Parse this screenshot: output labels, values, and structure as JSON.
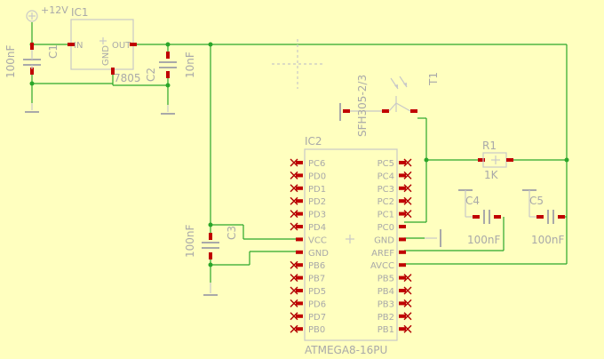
{
  "ic1": {
    "name": "IC1",
    "value": "7805",
    "pin_in": "IN",
    "pin_out": "OUT",
    "pin_gnd": "GND"
  },
  "ic2": {
    "name": "IC2",
    "value": "ATMEGA8-16PU",
    "left_pins": [
      "PC6",
      "PD0",
      "PD1",
      "PD2",
      "PD3",
      "PD4",
      "VCC",
      "GND",
      "PB6",
      "PB7",
      "PD5",
      "PD6",
      "PD7",
      "PB0"
    ],
    "right_pins": [
      "PC5",
      "PC4",
      "PC3",
      "PC2",
      "PC1",
      "PC0",
      "GND",
      "AREF",
      "AVCC",
      "PB5",
      "PB4",
      "PB3",
      "PB2",
      "PB1"
    ]
  },
  "supply": {
    "label": "+12V"
  },
  "caps": {
    "c1": {
      "name": "C1",
      "value": "100nF"
    },
    "c2": {
      "name": "C2",
      "value": "10nF"
    },
    "c3": {
      "name": "C3",
      "value": "100nF"
    },
    "c4": {
      "name": "C4",
      "value": "100nF"
    },
    "c5": {
      "name": "C5",
      "value": "100nF"
    }
  },
  "r1": {
    "name": "R1",
    "value": "1K"
  },
  "t1": {
    "name": "T1",
    "value": "SFH305-2/3"
  },
  "colors": {
    "background": "#ffffbf",
    "wire": "#2aa62a",
    "body": "#c8c8c8",
    "pad": "#c00000",
    "text": "#a9a9a9"
  }
}
